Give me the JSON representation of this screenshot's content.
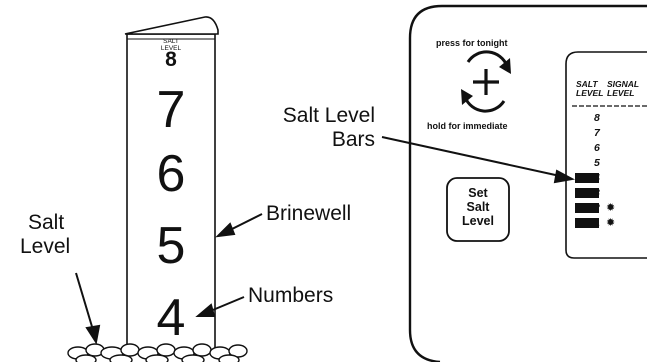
{
  "brinewell": {
    "cap_salt_label_line1": "SALT",
    "cap_salt_label_line2": "LEVEL",
    "cap_level": "8",
    "numbers": [
      "7",
      "6",
      "5",
      "4"
    ]
  },
  "callouts": {
    "brinewell": "Brinewell",
    "numbers": "Numbers",
    "salt_level_line1": "Salt",
    "salt_level_line2": "Level",
    "salt_level_bars_line1": "Salt Level",
    "salt_level_bars_line2": "Bars"
  },
  "control_panel": {
    "press_text": "press for tonight",
    "hold_text": "hold for immediate",
    "regen_icon": "plus-with-circular-arrows",
    "set_button_line1": "Set",
    "set_button_line2": "Salt",
    "set_button_line3": "Level",
    "column_salt_line1": "SALT",
    "column_salt_line2": "LEVEL",
    "column_signal_line1": "SIGNAL",
    "column_signal_line2": "LEVEL",
    "levels": [
      "8",
      "7",
      "6",
      "5",
      "4",
      "3",
      "2",
      "1"
    ],
    "bars_lit_levels": [
      4,
      3,
      2,
      1
    ],
    "signal_icon": "sun-icon",
    "signal_levels": [
      2,
      1
    ]
  }
}
